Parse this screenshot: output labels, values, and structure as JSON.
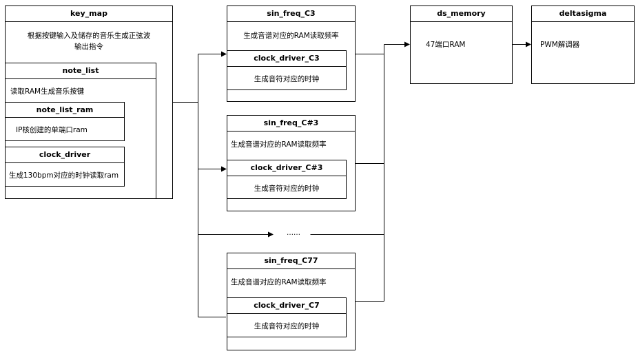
{
  "key_map": {
    "title": "key_map",
    "desc_line1": "根据按键输入及储存的音乐生成正弦波",
    "desc_line2": "输出指令",
    "note_list": {
      "title": "note_list",
      "desc": "读取RAM生成音乐按键",
      "note_list_ram": {
        "title": "note_list_ram",
        "desc": "IP核创建的单端口ram"
      },
      "clock_driver": {
        "title": "clock_driver",
        "desc": "生成130bpm对应的时钟读取ram"
      }
    }
  },
  "sin_freq_c3": {
    "title": "sin_freq_C3",
    "desc": "生成音谱对应的RAM读取频率",
    "driver": {
      "title": "clock_driver_C3",
      "desc": "生成音符对应的时钟"
    }
  },
  "sin_freq_cs3": {
    "title": "sin_freq_C#3",
    "desc": "生成音谱对应的RAM读取频率",
    "driver": {
      "title": "clock_driver_C#3",
      "desc": "生成音符对应的时钟"
    }
  },
  "ellipsis": "……",
  "sin_freq_c77": {
    "title": "sin_freq_C77",
    "desc": "生成音谱对应的RAM读取频率",
    "driver": {
      "title": "clock_driver_C7",
      "desc": "生成音符对应的时钟"
    }
  },
  "ds_memory": {
    "title": "ds_memory",
    "desc": "47端口RAM"
  },
  "deltasigma": {
    "title": "deltasigma",
    "desc": "PWM解调器"
  }
}
